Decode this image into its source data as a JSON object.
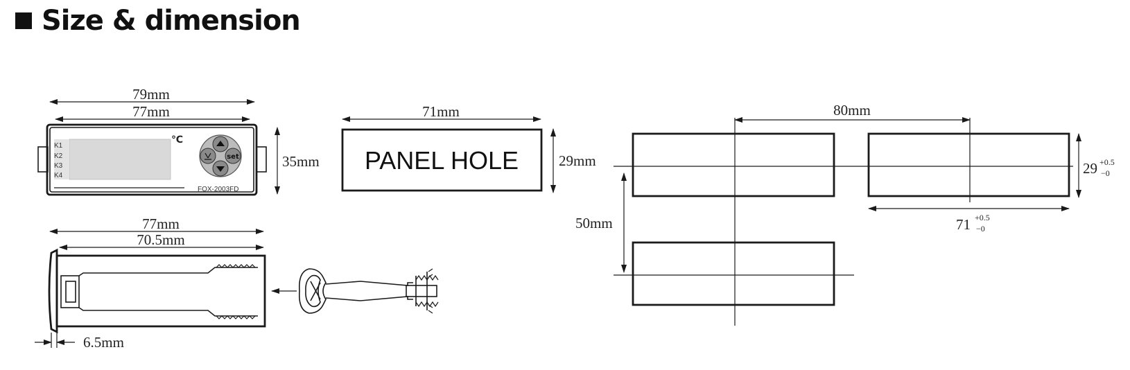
{
  "title": "Size & dimension",
  "front_view": {
    "width_outer": "79mm",
    "width_inner": "77mm",
    "height": "35mm",
    "unit_symbol": "℃",
    "relays": [
      "K1",
      "K2",
      "K3",
      "K4"
    ],
    "set_label": "set",
    "model": "FOX-2003FD"
  },
  "side_view": {
    "length_total": "77mm",
    "length_body": "70.5mm",
    "bezel_depth": "6.5mm"
  },
  "panel_hole": {
    "label": "PANEL HOLE",
    "width": "71mm",
    "height": "29mm"
  },
  "layout": {
    "pitch_horizontal": "80mm",
    "pitch_vertical": "50mm",
    "hole_height": "29",
    "hole_height_tol_plus": "+0.5",
    "hole_height_tol_minus": "−0",
    "hole_width": "71",
    "hole_width_tol_plus": "+0.5",
    "hole_width_tol_minus": "−0"
  }
}
